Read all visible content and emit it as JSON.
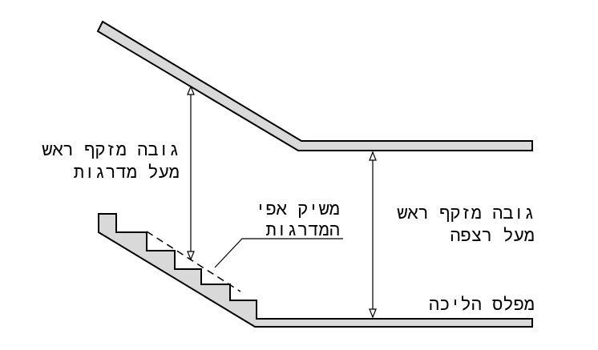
{
  "labels": {
    "headroom_stairs_line1": "גובה מזקף ראש",
    "headroom_stairs_line2": "מעל מדרגות",
    "headroom_floor_line1": "גובה מזקף ראש",
    "headroom_floor_line2": "מעל רצפה",
    "nosing_line1": "משיק אפי",
    "nosing_line2": "המדרגות",
    "floor_level": "מפלס הליכה"
  },
  "colors": {
    "fill": "#d9d9d9",
    "stroke": "#000000",
    "background": "#ffffff"
  },
  "icons": {
    "arrowhead": "hollow-triangle-arrowhead"
  }
}
